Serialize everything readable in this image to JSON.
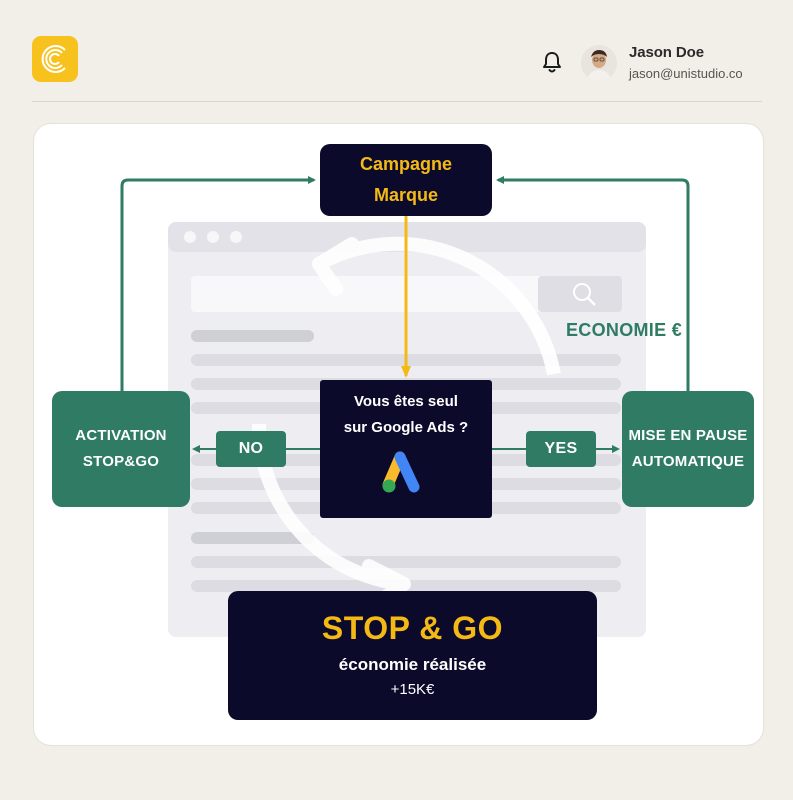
{
  "header": {
    "user_name": "Jason Doe",
    "user_email": "jason@unistudio.co",
    "logo_icon": "concentric-c-logo",
    "bell_icon": "bell-icon"
  },
  "diagram": {
    "top_box": [
      "Campagne",
      "Marque"
    ],
    "question": [
      "Vous êtes seul",
      "sur Google Ads ?"
    ],
    "no_label": "NO",
    "yes_label": "YES",
    "left_box": [
      "ACTIVATION",
      "STOP&GO"
    ],
    "right_box": [
      "MISE EN PAUSE",
      "AUTOMATIQUE"
    ],
    "economie_label": "ECONOMIE €",
    "result_title": "STOP & GO",
    "result_subtitle": "économie réalisée",
    "result_value": "+15K€"
  },
  "colors": {
    "background": "#f2eee8",
    "dark_navy": "#0b0a2a",
    "green": "#2f7b63",
    "yellow": "#f5b916",
    "logo_yellow": "#f8c21e"
  }
}
